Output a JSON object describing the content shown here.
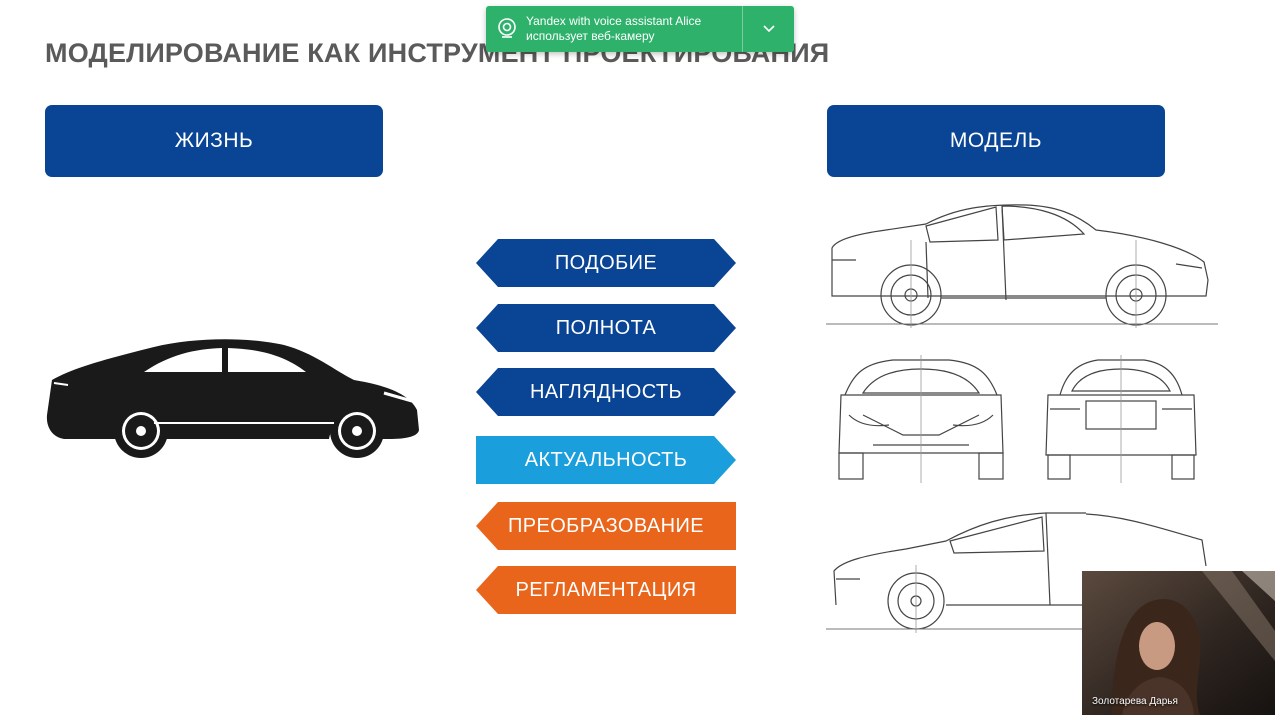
{
  "slide": {
    "title": "МОДЕЛИРОВАНИЕ КАК ИНСТРУМЕНТ ПРОЕКТИРОВАНИЯ",
    "life_label": "ЖИЗНЬ",
    "model_label": "МОДЕЛЬ",
    "properties": [
      {
        "label": "ПОДОБИЕ",
        "color": "#0a4494"
      },
      {
        "label": "ПОЛНОТА",
        "color": "#0a4494"
      },
      {
        "label": "НАГЛЯДНОСТЬ",
        "color": "#0a4494"
      },
      {
        "label": "АКТУАЛЬНОСТЬ",
        "color": "#1a9fdc"
      },
      {
        "label": "ПРЕОБРАЗОВАНИЕ",
        "color": "#e8651b"
      },
      {
        "label": "РЕГЛАМЕНТАЦИЯ",
        "color": "#e8651b"
      }
    ]
  },
  "notification": {
    "line1": "Yandex with voice assistant Alice",
    "line2": "использует веб-камеру",
    "icon": "webcam-icon",
    "expand_icon": "chevron-down-icon",
    "color": "#2eb26b"
  },
  "webcam": {
    "participant_name": "Золотарева Дарья"
  }
}
